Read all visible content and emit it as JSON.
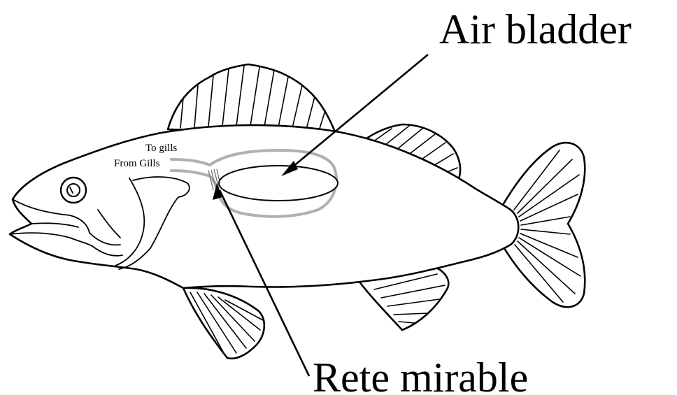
{
  "labels": {
    "air_bladder": "Air bladder",
    "rete_mirable": "Rete mirable",
    "to_gills": "To gills",
    "from_gills": "From Gills"
  },
  "colors": {
    "outline": "#000000",
    "vessel": "#b0b0b0",
    "background": "#ffffff"
  }
}
